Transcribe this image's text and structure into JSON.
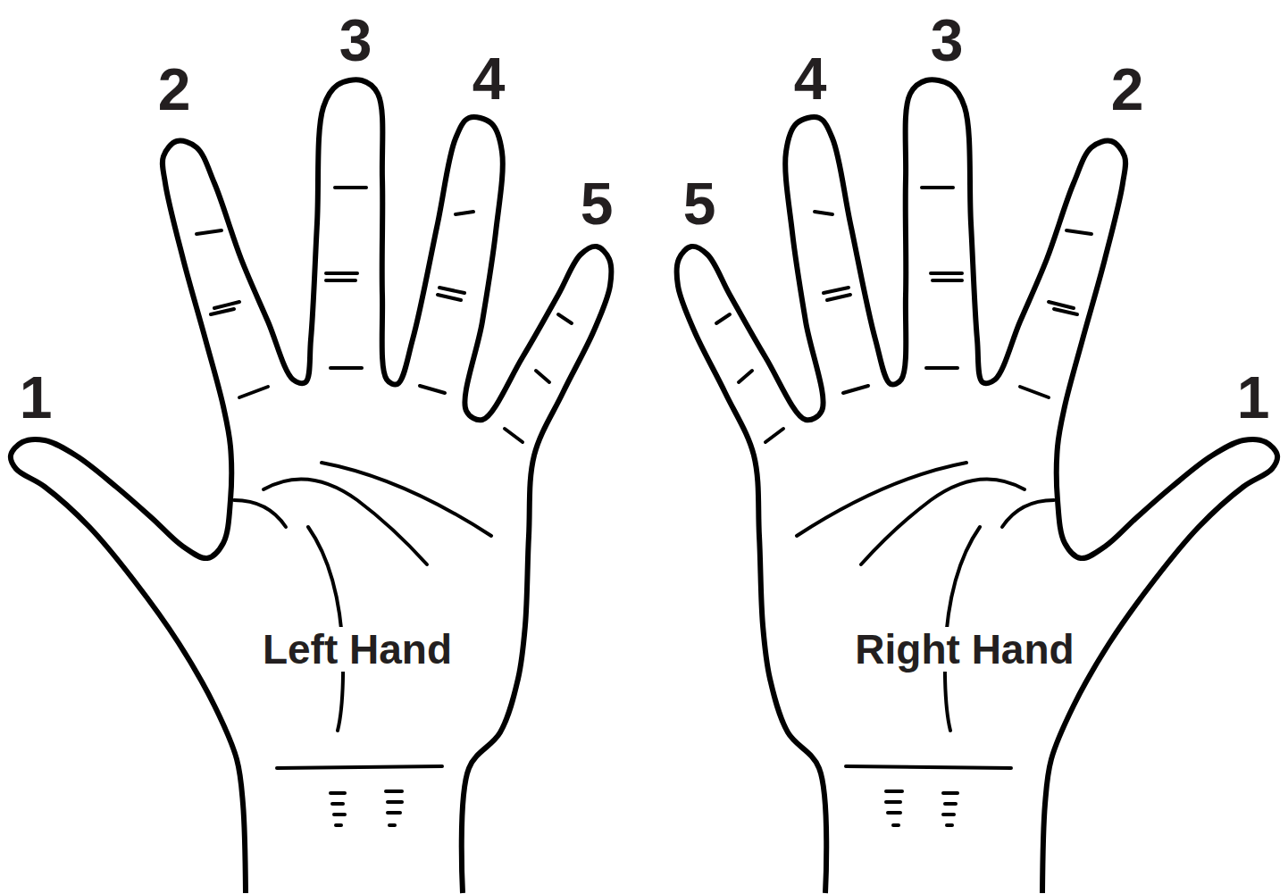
{
  "diagram": {
    "nodes": [
      {
        "text": [
          "Left Hand"
        ]
      },
      {
        "text": [
          "Right Hand"
        ]
      }
    ],
    "labels": [
      "1",
      "2",
      "3",
      "4",
      "5",
      "5",
      "4",
      "3",
      "2",
      "1"
    ]
  }
}
